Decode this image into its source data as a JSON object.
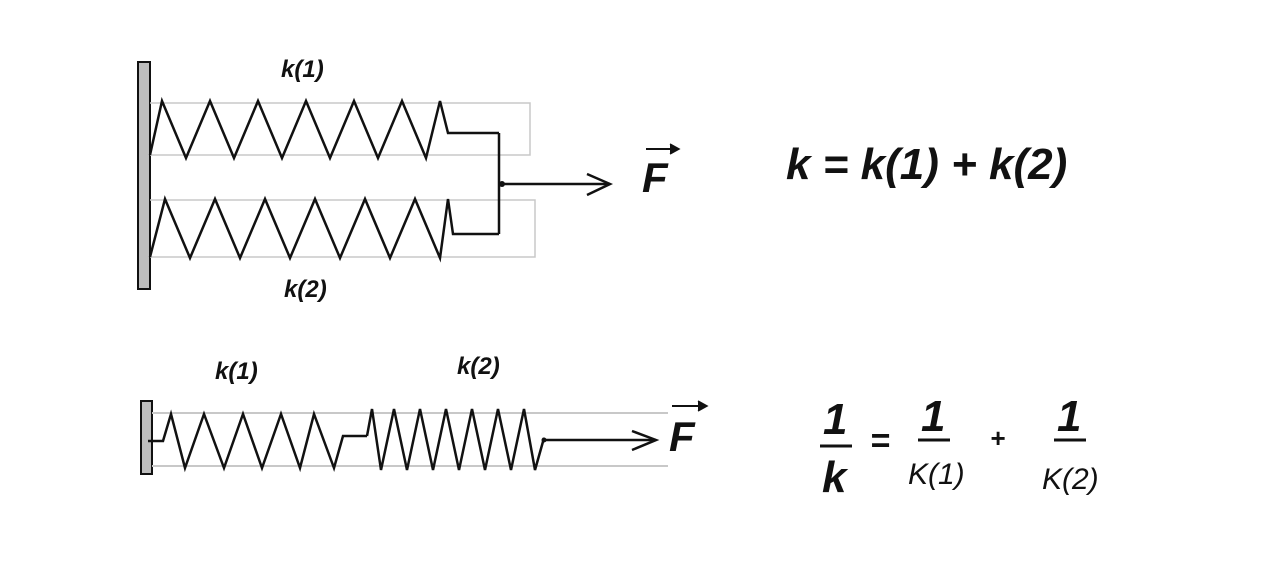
{
  "parallel": {
    "spring_top_label": "k(1)",
    "spring_bottom_label": "k(2)",
    "force_label": "F",
    "equation": "k = k(1) + k(2)"
  },
  "series": {
    "spring_1_label": "k(1)",
    "spring_2_label": "k(2)",
    "force_label": "F",
    "equation": {
      "lhs_numerator": "1",
      "lhs_denominator": "k",
      "equals": "=",
      "term1_numerator": "1",
      "term1_denominator": "K(1)",
      "plus": "+",
      "term2_numerator": "1",
      "term2_denominator": "K(2)"
    }
  },
  "colors": {
    "ink": "#111111",
    "wall": "#bdbdbd",
    "guide": "#c8c8c8"
  }
}
